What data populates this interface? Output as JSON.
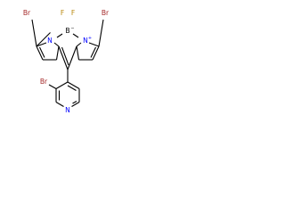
{
  "molecule": {
    "bromine_label": "Br",
    "fluorine_label": "F",
    "boron_label": "B",
    "nitrogen_label": "N",
    "positive_charge": "+",
    "negative_charge": "−"
  },
  "colors": {
    "carbon": "#000000",
    "bromine": "#a52a2a",
    "fluorine": "#b8860b",
    "boron": "#000000",
    "nitrogen": "#0000ff",
    "background": "#ffffff"
  }
}
